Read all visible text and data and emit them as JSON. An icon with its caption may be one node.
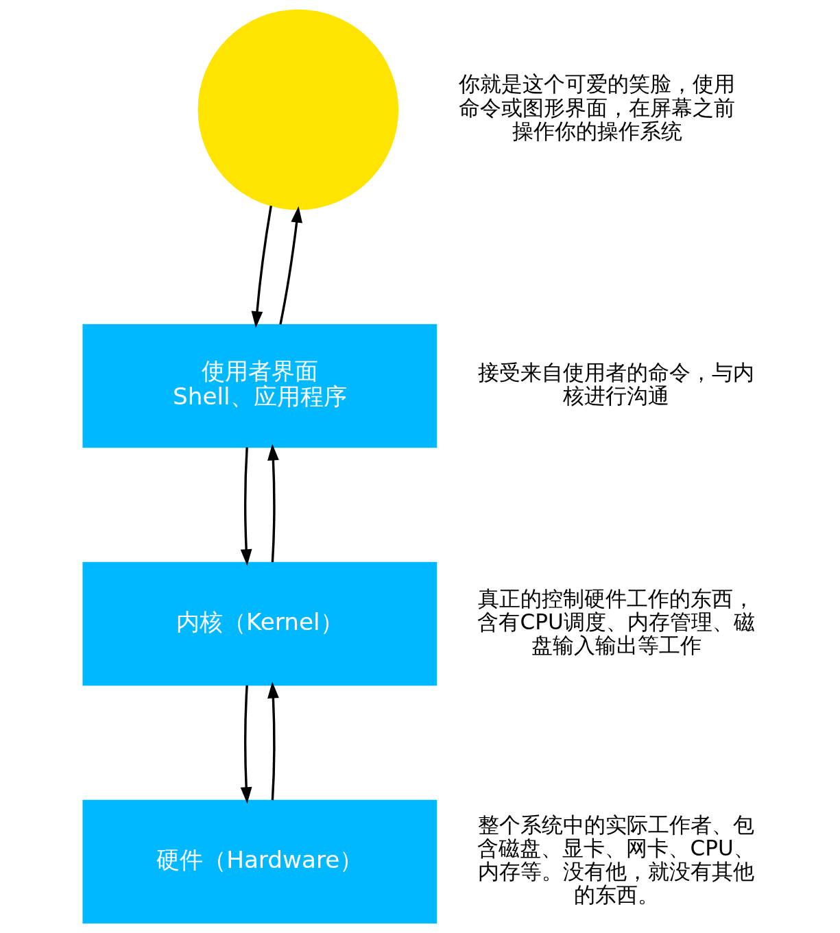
{
  "diagram": {
    "nodes": [
      {
        "text": [],
        "shape": "circle",
        "beside": [
          "你就是这个可爱的笑脸，使用命令或图形界面，在屏幕之前操作你的操作系统"
        ]
      },
      {
        "text": [
          "使用者界面",
          "Shell、应用程序"
        ],
        "beside": [
          "接受来自使用者的命令，与内核进行沟通"
        ]
      },
      {
        "text": [
          "内核（Kernel）"
        ],
        "beside": [
          "真正的控制硬件工作的东西，含有CPU调度、内存管理、磁盘输入输出等工作"
        ]
      },
      {
        "text": [
          "硬件（Hardware）"
        ],
        "beside": [
          "整个系统中的实际工作者、包含磁盘、显卡、网卡、CPU、内存等。没有他，就没有其他的东西。"
        ]
      }
    ],
    "edges": [
      {
        "from": 0,
        "to": 1,
        "arrow": "to"
      },
      {
        "from": 1,
        "to": 0,
        "arrow": "to"
      },
      {
        "from": 1,
        "to": 2,
        "arrow": "to"
      },
      {
        "from": 2,
        "to": 1,
        "arrow": "to"
      },
      {
        "from": 2,
        "to": 3,
        "arrow": "to"
      },
      {
        "from": 3,
        "to": 2,
        "arrow": "to"
      }
    ]
  }
}
